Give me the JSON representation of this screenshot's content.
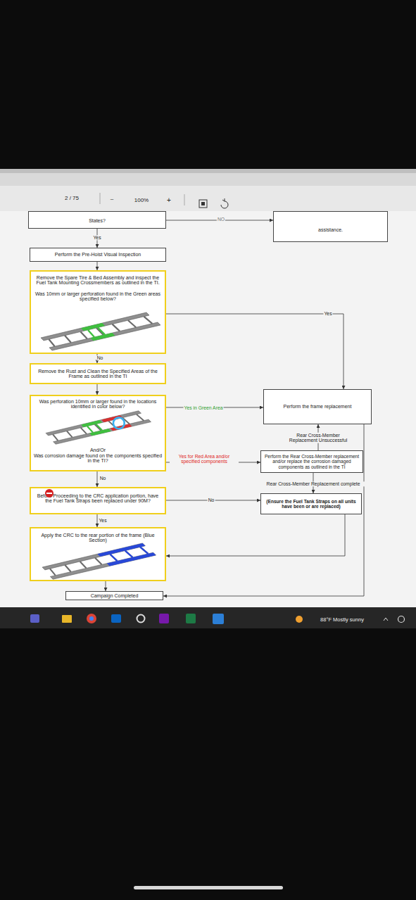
{
  "diagram": {
    "nodes": [
      {
        "text": [
          "States?"
        ]
      },
      {
        "text": [
          "assistance."
        ]
      },
      {
        "text": [
          "Perform the Pre-Hoist Visual Inspection"
        ]
      },
      {
        "text": [
          "Remove the Spare Tire & Bed Assembly and inspect the Fuel Tank Mounting Crossmembers as outlined in the TI.",
          "Was 10mm or larger perforation found in the Green areas specified below?"
        ]
      },
      {
        "text": [
          "Remove the Rust and Clean the Specified Areas of the Frame as outlined in the TI"
        ]
      },
      {
        "text": [
          "Was perforation 10mm or larger found in the locations identified in color below?",
          "And/Or",
          "Was corrosion damage found on the components specified in the TI?"
        ]
      },
      {
        "text": [
          "Perform the frame replacement"
        ]
      },
      {
        "text": [
          "Perform the Rear Cross-Member replacement and/or replace the corrosion damaged components as outlined in the TI"
        ]
      },
      {
        "text": [
          "(Ensure the Fuel Tank Straps on all units have been or are replaced)"
        ]
      },
      {
        "text": [
          "Before Proceeding to the CRC application portion, have the Fuel Tank Straps been replaced under 90M?"
        ]
      },
      {
        "text": [
          "Apply the CRC to the rear portion of the frame (Blue Section)"
        ]
      },
      {
        "text": [
          "Campaign Completed"
        ]
      }
    ],
    "edges": [
      {
        "from": 0,
        "to": 2,
        "label": "Yes",
        "arrow": "to"
      },
      {
        "from": 0,
        "to": 1,
        "label": "NO",
        "arrow": "to"
      },
      {
        "from": 2,
        "to": 3,
        "arrow": "to"
      },
      {
        "from": 3,
        "to": 4,
        "label": "No",
        "arrow": "to"
      },
      {
        "from": 3,
        "to": 6,
        "label": "Yes",
        "arrow": "to"
      },
      {
        "from": 4,
        "to": 5,
        "arrow": "to"
      },
      {
        "from": 5,
        "to": 6,
        "label": "Yes in Green Area",
        "arrow": "to"
      },
      {
        "from": 5,
        "to": 7,
        "label": "Yes for Red Area and/or specified components",
        "arrow": "to"
      },
      {
        "from": 5,
        "to": 9,
        "label": "No",
        "arrow": "to"
      },
      {
        "from": 7,
        "to": 6,
        "label": "Rear Cross-Member Replacement Unsuccessful",
        "arrow": "to"
      },
      {
        "from": 7,
        "to": 8,
        "label": "Rear Cross-Member Replacement complete",
        "arrow": "to"
      },
      {
        "from": 9,
        "to": 8,
        "label": "No",
        "arrow": "to"
      },
      {
        "from": 9,
        "to": 10,
        "label": "Yes",
        "arrow": "to"
      },
      {
        "from": 8,
        "to": 10,
        "arrow": "to"
      },
      {
        "from": 10,
        "to": 11,
        "arrow": "to"
      },
      {
        "from": 6,
        "to": 11,
        "arrow": "to"
      }
    ],
    "labels": [
      "2 / 75",
      "–",
      "100%",
      "+",
      "88°F Mostly sunny"
    ]
  }
}
